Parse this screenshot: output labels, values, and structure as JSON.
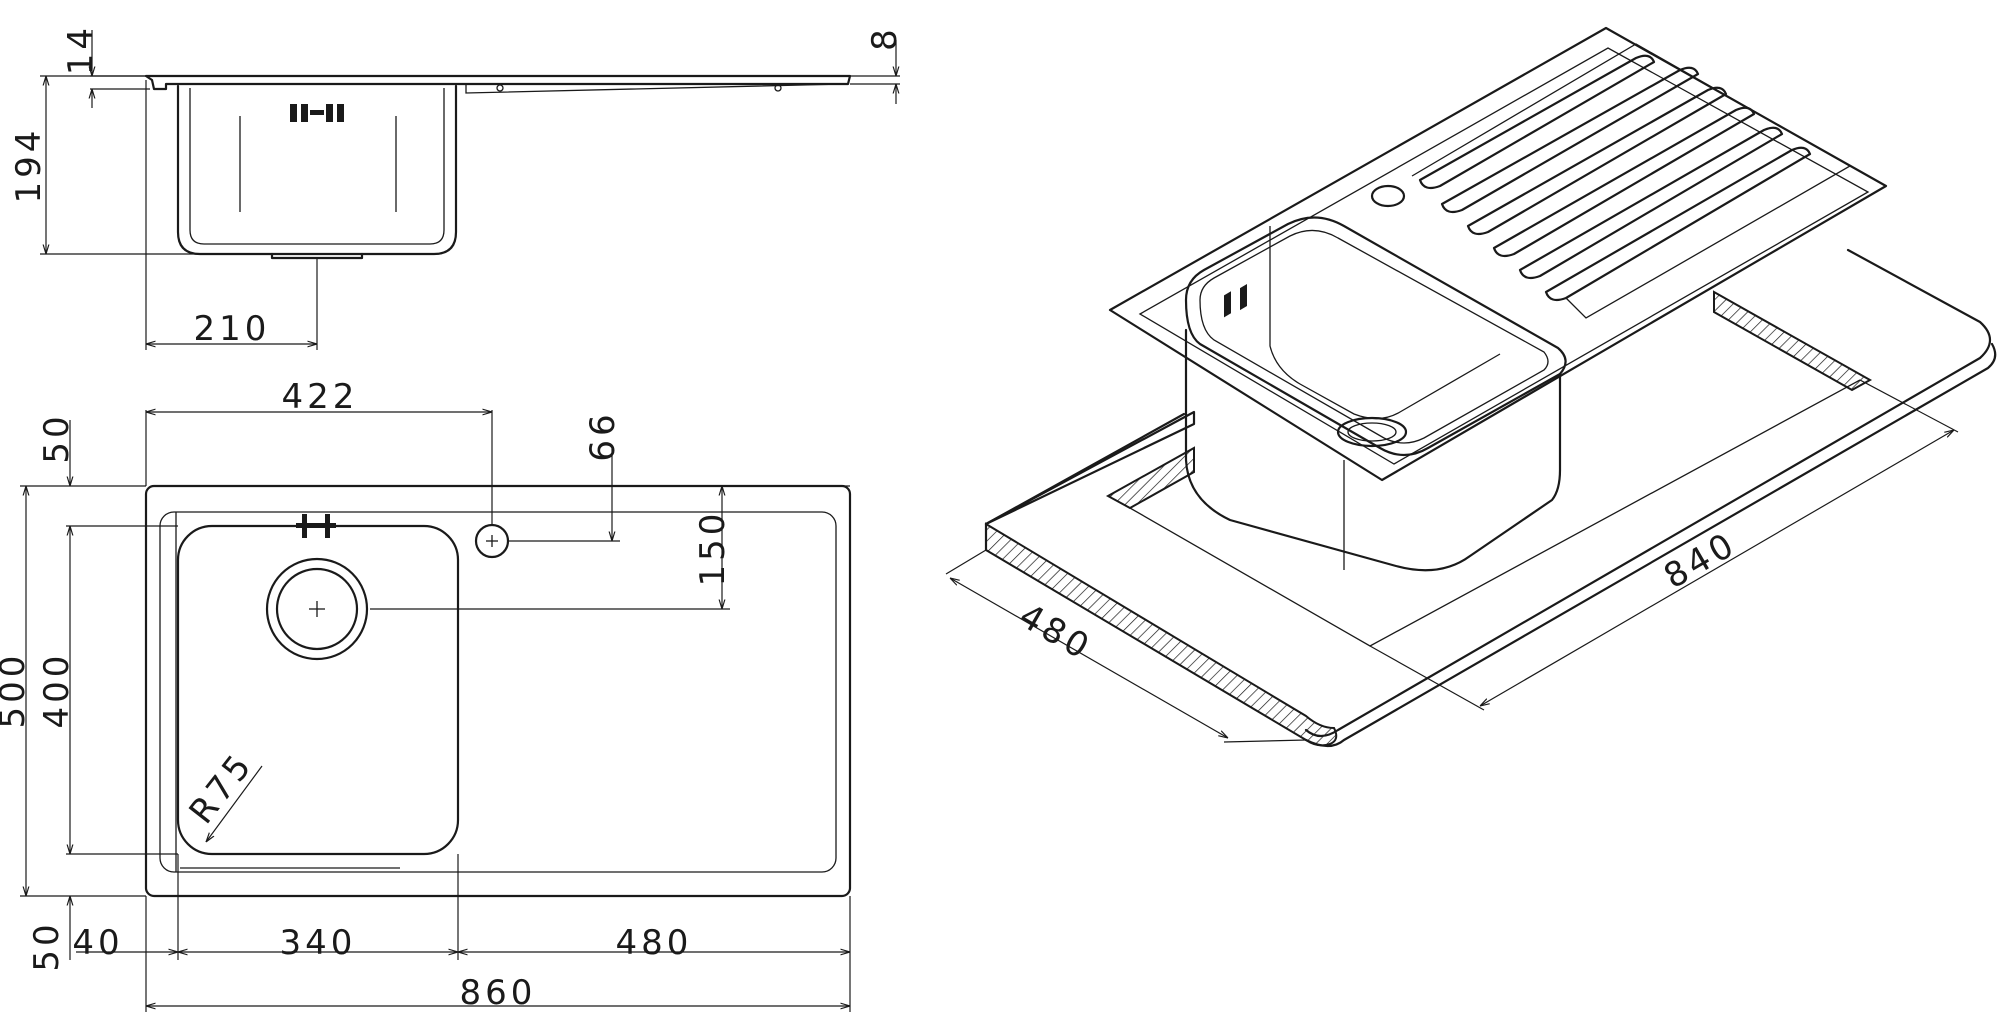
{
  "colors": {
    "ink": "#1a1a1a",
    "paper": "#ffffff"
  },
  "dimensions": {
    "d14": "14",
    "d8": "8",
    "d194": "194",
    "d210": "210",
    "d422": "422",
    "d66": "66",
    "d50_top": "50",
    "d150": "150",
    "d500": "500",
    "d400": "400",
    "r75": "R75",
    "d50_bottom": "50",
    "d40": "40",
    "d340": "340",
    "d480_plan": "480",
    "d860": "860",
    "d480_iso": "480",
    "d840": "840"
  }
}
